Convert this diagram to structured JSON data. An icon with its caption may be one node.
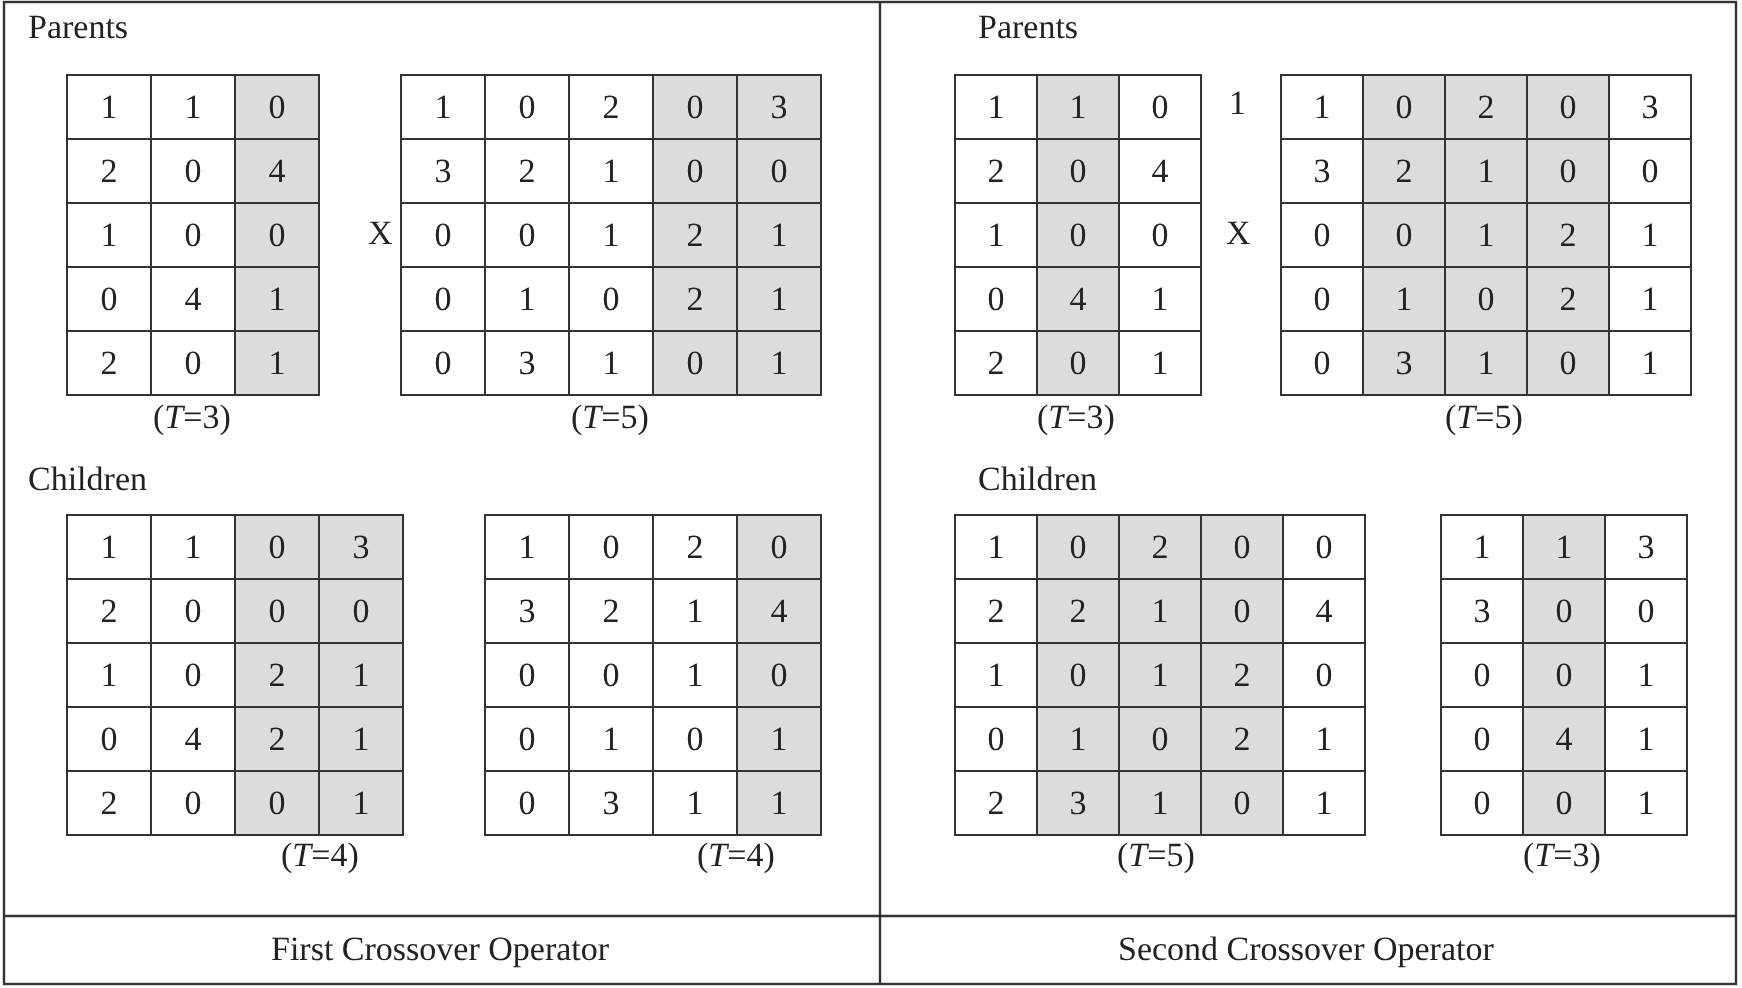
{
  "diagram": {
    "labels": [
      "Parents",
      "1",
      "1",
      "0",
      "2",
      "0",
      "4",
      "1",
      "0",
      "0",
      "0",
      "4",
      "1",
      "2",
      "0",
      "1",
      "X",
      "1",
      "0",
      "2",
      "0",
      "3",
      "3",
      "2",
      "1",
      "0",
      "0",
      "0",
      "0",
      "1",
      "2",
      "1",
      "0",
      "1",
      "0",
      "2",
      "1",
      "0",
      "3",
      "1",
      "0",
      "1",
      "(*T*=3)",
      "(*T*=5)",
      "Children",
      "1",
      "1",
      "0",
      "3",
      "2",
      "0",
      "0",
      "0",
      "1",
      "0",
      "2",
      "1",
      "0",
      "4",
      "2",
      "1",
      "2",
      "0",
      "0",
      "1",
      "1",
      "0",
      "2",
      "0",
      "3",
      "2",
      "1",
      "4",
      "0",
      "0",
      "1",
      "0",
      "0",
      "1",
      "0",
      "1",
      "0",
      "3",
      "1",
      "1",
      "(*T*=4)",
      "(*T*=4)",
      "First Crossover Operator",
      "Parents",
      "1",
      "1",
      "0",
      "2",
      "0",
      "4",
      "1",
      "0",
      "0",
      "0",
      "4",
      "1",
      "2",
      "0",
      "1",
      "1",
      "X",
      "1",
      "0",
      "2",
      "0",
      "3",
      "3",
      "2",
      "1",
      "0",
      "0",
      "0",
      "0",
      "1",
      "2",
      "1",
      "0",
      "1",
      "0",
      "2",
      "1",
      "0",
      "3",
      "1",
      "0",
      "1",
      "(*T*=3)",
      "(*T*=5)",
      "Children",
      "1",
      "0",
      "2",
      "0",
      "0",
      "2",
      "2",
      "1",
      "0",
      "4",
      "1",
      "0",
      "1",
      "2",
      "0",
      "0",
      "1",
      "0",
      "2",
      "1",
      "2",
      "3",
      "1",
      "0",
      "1",
      "1",
      "1",
      "3",
      "3",
      "0",
      "0",
      "0",
      "0",
      "1",
      "0",
      "4",
      "1",
      "0",
      "0",
      "1",
      "(*T*=5)",
      "(*T*=3)",
      "Second Crossover Operator"
    ]
  }
}
